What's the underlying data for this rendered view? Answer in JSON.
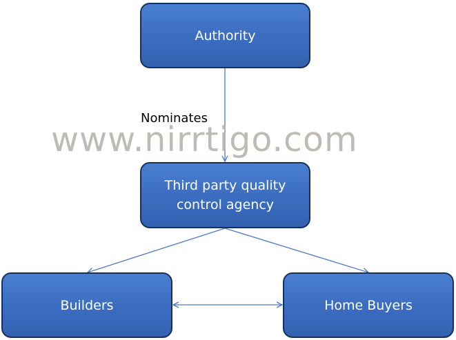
{
  "nodes": {
    "authority": "Authority",
    "agency": "Third party quality control agency",
    "builders": "Builders",
    "home_buyers": "Home Buyers"
  },
  "edges": {
    "authority_to_agency": "Nominates"
  },
  "watermark": "www.nirrtigo.com",
  "colors": {
    "box_fill": "#3a6cc0",
    "box_border": "#16305c",
    "box_text": "#ffffff",
    "arrow": "#4a78c8",
    "watermark": "#b3aea8"
  }
}
